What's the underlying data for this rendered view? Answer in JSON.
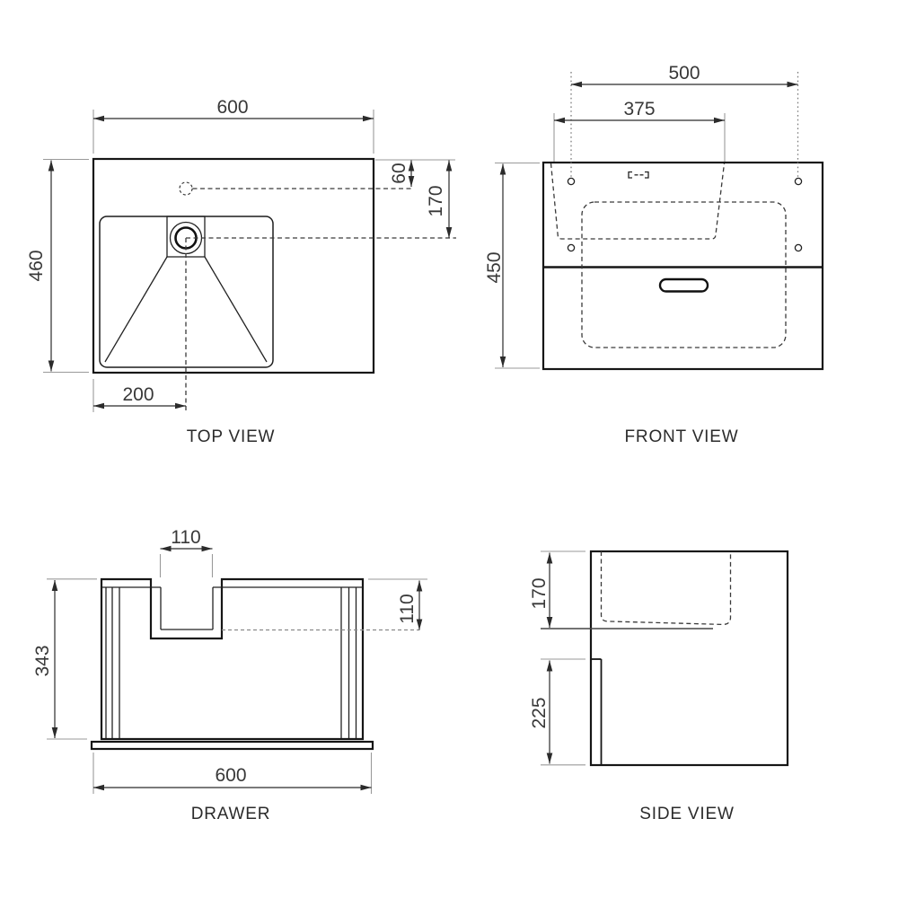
{
  "drawing": {
    "background": "#ffffff",
    "line_color": "#161616",
    "dim_color": "#2b2b2b",
    "views": {
      "top_view": {
        "label": "TOP VIEW",
        "dims": {
          "overall_width": "600",
          "overall_depth": "460",
          "faucet_hole_from_front_edge": "60",
          "drain_from_front_edge": "170",
          "drain_from_left_edge": "200"
        }
      },
      "front_view": {
        "label": "FRONT VIEW",
        "dims": {
          "mounting_hole_spacing": "500",
          "basin_bottom_width": "375",
          "overall_height": "450"
        }
      },
      "drawer": {
        "label": "DRAWER",
        "dims": {
          "cutout_width": "110",
          "cutout_depth": "110",
          "body_height": "343",
          "overall_width": "600"
        }
      },
      "side_view": {
        "label": "SIDE VIEW",
        "dims": {
          "basin_depth": "170",
          "drawer_front_height": "225"
        }
      }
    }
  }
}
